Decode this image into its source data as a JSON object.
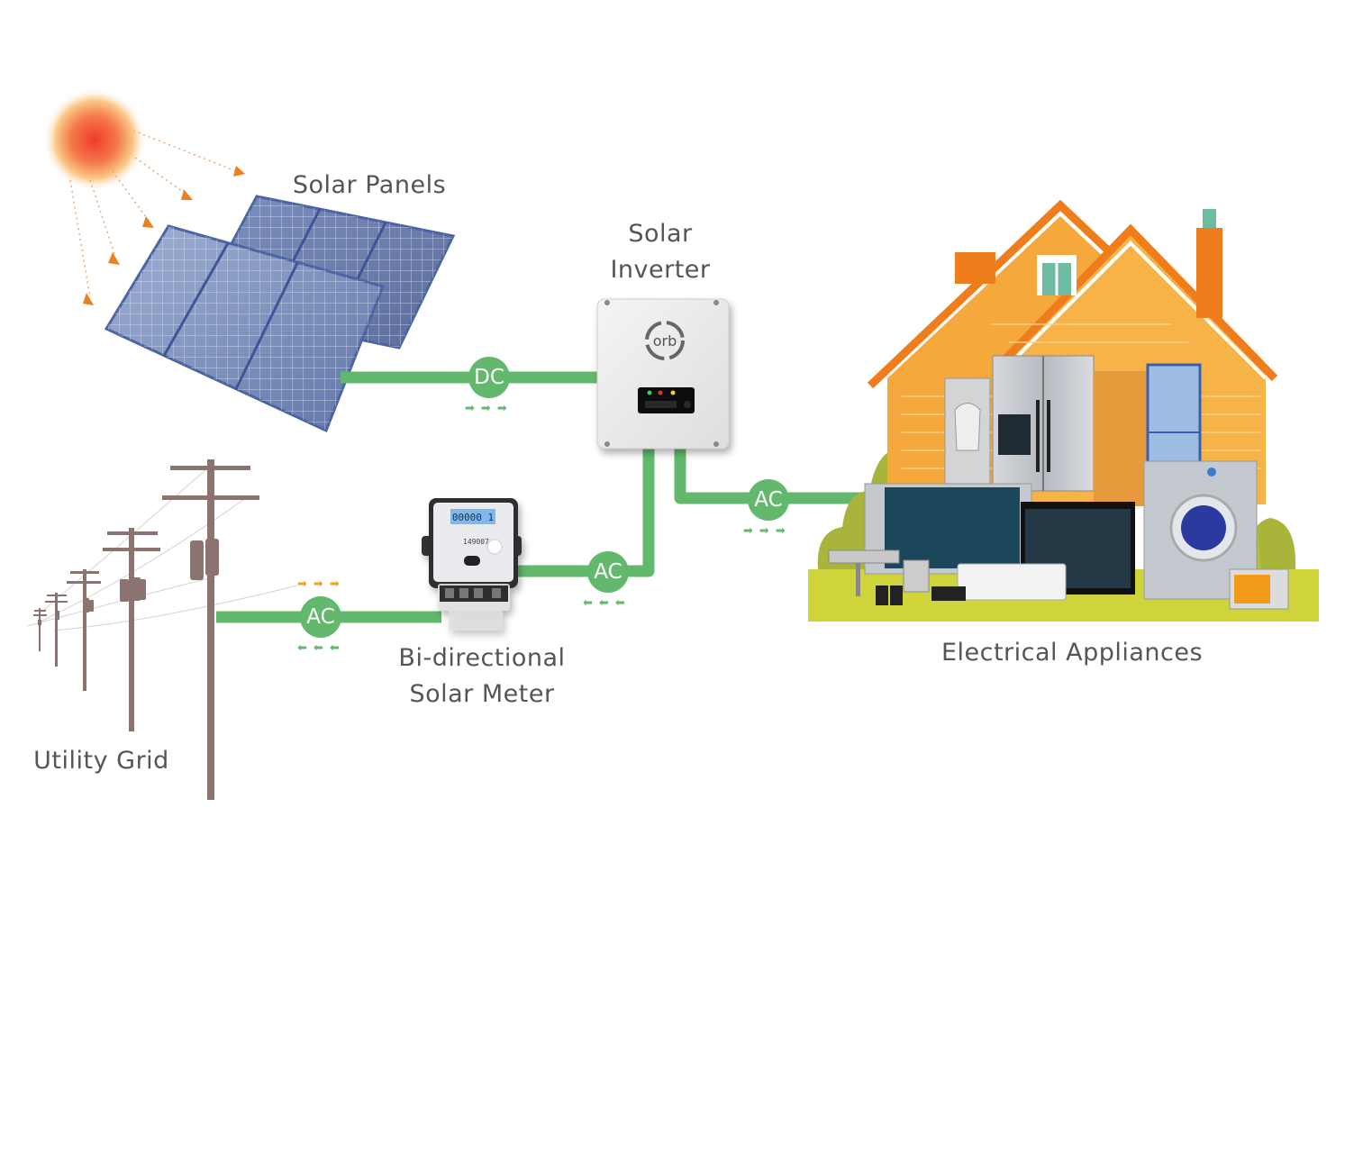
{
  "title": "Grid-tied solar power system",
  "colors": {
    "wire": "#62b86c",
    "label_text": "#555555",
    "pole": "#8b7370",
    "sun_core": "#ef4a2f",
    "ray_arrow": "#e8821e",
    "house_wall": "#f5a83b",
    "roof_trim": "#f07d1c",
    "grass": "#cfd43a",
    "bush": "#a8b53a"
  },
  "nodes": {
    "sun": {
      "icon": "sun-icon"
    },
    "solar_panels": {
      "label": "Solar Panels",
      "icon": "solar-panel-icon"
    },
    "solar_inverter": {
      "label_line1": "Solar",
      "label_line2": "Inverter",
      "brand": "orb",
      "icon": "inverter-icon"
    },
    "meter": {
      "label_line1": "Bi-directional",
      "label_line2": "Solar Meter",
      "display_reading": "00000 1",
      "serial": "149007",
      "icon": "energy-meter-icon"
    },
    "grid": {
      "label": "Utility Grid",
      "icon": "power-pole-icon"
    },
    "appliances": {
      "label": "Electrical Appliances",
      "icon": "house-appliances-icon"
    }
  },
  "connections": [
    {
      "id": "panels-to-inverter",
      "type": "DC",
      "arrows": "right",
      "arrow_symbol": "➡"
    },
    {
      "id": "inverter-to-appliances",
      "type": "AC",
      "arrows": "right",
      "arrow_symbol": "➡"
    },
    {
      "id": "meter-to-inverter",
      "type": "AC",
      "arrows": "left",
      "arrow_symbol": "⬅"
    },
    {
      "id": "grid-meter",
      "type": "AC",
      "arrows_top": "right",
      "arrows_bottom": "left",
      "arrow_symbol_right": "➡",
      "arrow_symbol_left": "⬅"
    }
  ]
}
